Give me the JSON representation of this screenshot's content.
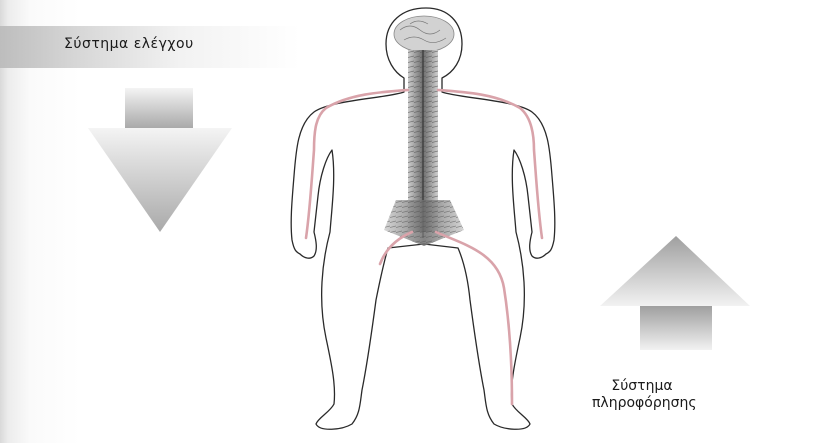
{
  "labels": {
    "control_system": "Σύστημα ελέγχου",
    "information_system_line1": "Σύστημα",
    "information_system_line2": "πληροφόρησης"
  },
  "colors": {
    "nerve_pink": "#d9a3aa",
    "body_outline": "#2a2a2a",
    "arrow_gray": "#a8a8a8",
    "spine_gray": "#777777"
  },
  "icons": {
    "down_arrow": "down-arrow-icon",
    "up_arrow": "up-arrow-icon",
    "human_figure": "human-body-outline"
  }
}
